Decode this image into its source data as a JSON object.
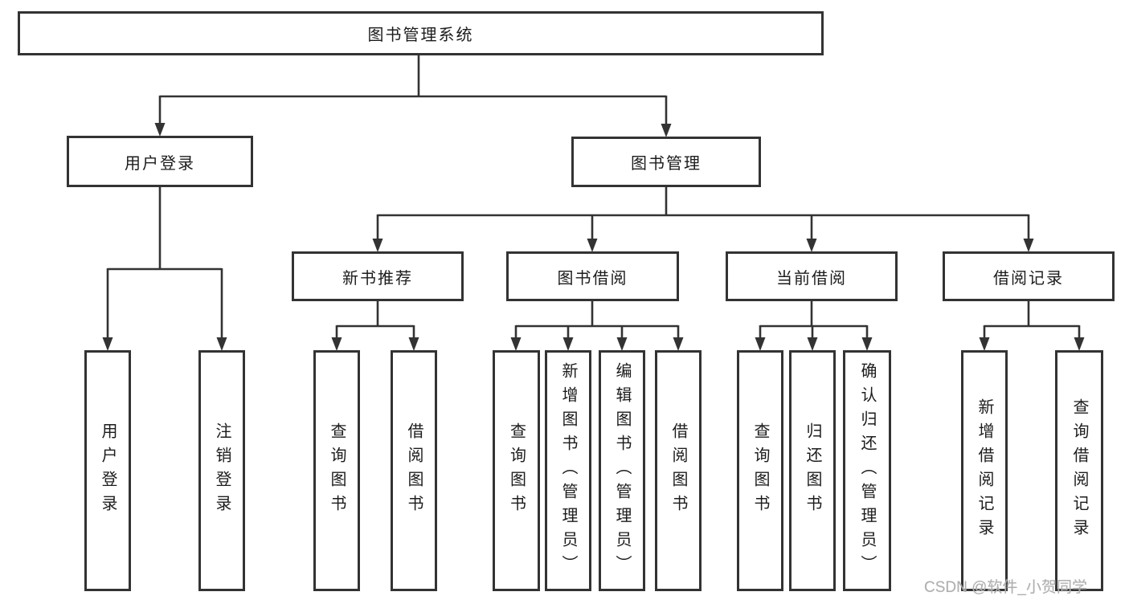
{
  "diagram": {
    "colors": {
      "line": "#333333",
      "box_border": "#333333",
      "box_background": "#ffffff",
      "text": "#1c1c1c",
      "watermark": "#ababab"
    },
    "watermark": "CSDN @软件_小贺同学",
    "nodes": {
      "root": {
        "label": "图书管理系统"
      },
      "user_login": {
        "label": "用户登录"
      },
      "book_mgmt": {
        "label": "图书管理"
      },
      "new_book_rec": {
        "label": "新书推荐"
      },
      "book_borrow": {
        "label": "图书借阅"
      },
      "current_borrow": {
        "label": "当前借阅"
      },
      "borrow_records": {
        "label": "借阅记录"
      },
      "leaf_user_login": {
        "label": "用户登录"
      },
      "leaf_logout": {
        "label": "注销登录"
      },
      "leaf_rec_query": {
        "label": "查询图书"
      },
      "leaf_rec_borrow": {
        "label": "借阅图书"
      },
      "leaf_bb_query": {
        "label": "查询图书"
      },
      "leaf_bb_add": {
        "label": "新增图书（管理员）"
      },
      "leaf_bb_edit": {
        "label": "编辑图书（管理员）"
      },
      "leaf_bb_borrow": {
        "label": "借阅图书"
      },
      "leaf_cb_query": {
        "label": "查询图书"
      },
      "leaf_cb_return": {
        "label": "归还图书"
      },
      "leaf_cb_confirm": {
        "label": "确认归还（管理员）"
      },
      "leaf_br_add": {
        "label": "新增借阅记录"
      },
      "leaf_br_query": {
        "label": "查询借阅记录"
      }
    }
  }
}
